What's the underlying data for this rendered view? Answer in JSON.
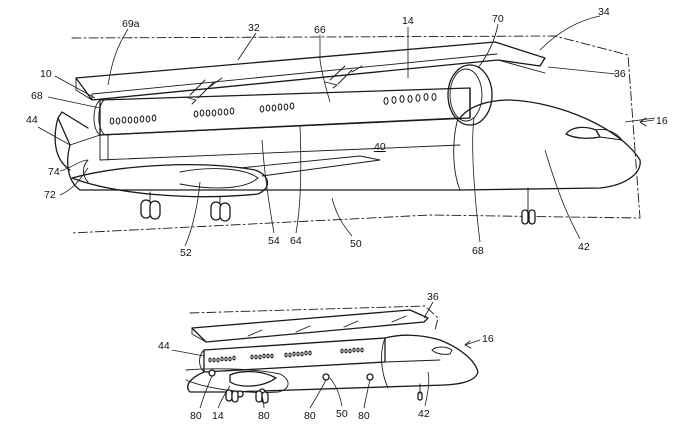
{
  "figure_top": {
    "reference_numerals": [
      "34",
      "32",
      "66",
      "14",
      "70",
      "69a",
      "10",
      "68",
      "44",
      "36",
      "16",
      "74",
      "72",
      "40",
      "52",
      "54",
      "64",
      "50",
      "68",
      "42"
    ]
  },
  "figure_bottom": {
    "reference_numerals": [
      "36",
      "16",
      "44",
      "80",
      "14",
      "80",
      "80",
      "50",
      "80",
      "42"
    ]
  },
  "colors": {
    "ink": "#1a1a1a",
    "paper": "#ffffff"
  }
}
